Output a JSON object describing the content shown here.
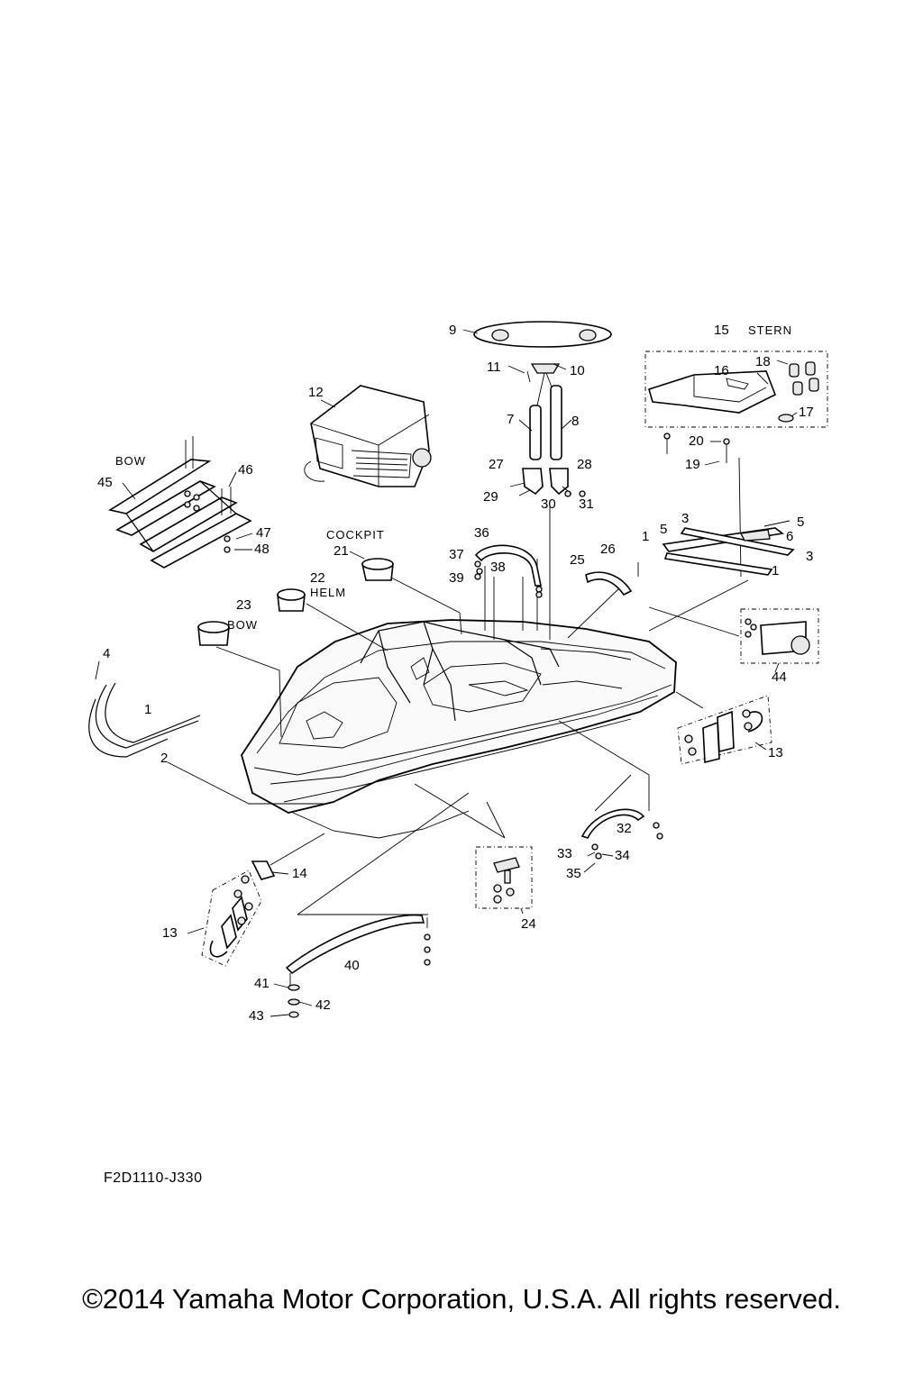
{
  "diagram": {
    "callouts": [
      "1",
      "1",
      "1",
      "2",
      "3",
      "3",
      "4",
      "5",
      "5",
      "6",
      "7",
      "8",
      "9",
      "10",
      "11",
      "12",
      "13",
      "13",
      "14",
      "15",
      "16",
      "17",
      "18",
      "19",
      "20",
      "21",
      "22",
      "23",
      "24",
      "25",
      "26",
      "27",
      "28",
      "29",
      "30",
      "31",
      "32",
      "33",
      "34",
      "35",
      "36",
      "37",
      "38",
      "39",
      "40",
      "41",
      "42",
      "43",
      "44",
      "45",
      "46",
      "47",
      "48"
    ],
    "captions": {
      "stern": "STERN",
      "bow_rack": "BOW",
      "cockpit": "COCKPIT",
      "helm": "HELM",
      "bow_cup": "BOW"
    }
  },
  "footer": {
    "figure_code": "F2D1110-J330",
    "copyright": "©2014 Yamaha Motor Corporation, U.S.A. All rights reserved."
  }
}
